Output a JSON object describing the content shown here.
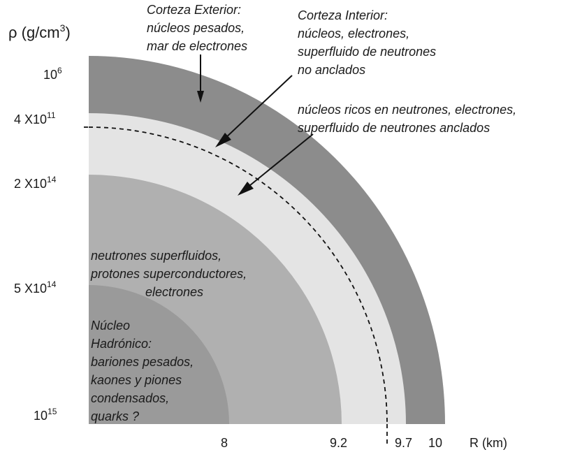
{
  "y_axis": {
    "label_prefix": "ρ (g/cm",
    "label_sup": "3",
    "label_suffix": ")",
    "ticks": [
      {
        "base": "10",
        "exp": "6"
      },
      {
        "base": "4 X10",
        "exp": "11"
      },
      {
        "base": "2 X10",
        "exp": "14"
      },
      {
        "base": "5 X10",
        "exp": "14"
      },
      {
        "base": "10",
        "exp": "15"
      }
    ]
  },
  "x_axis": {
    "label": "R (km)",
    "ticks": [
      "8",
      "9.2",
      "9.7",
      "10"
    ]
  },
  "annotations": {
    "outer_crust": [
      "Corteza Exterior:",
      "núcleos pesados,",
      "mar de electrones"
    ],
    "inner_crust": [
      "Corteza Interior:",
      "núcleos, electrones,",
      "superfluido de neutrones",
      "no anclados"
    ],
    "pinned": [
      "núcleos ricos en neutrones, electrones,",
      "superfluido de neutrones anclados"
    ],
    "outer_core": [
      "neutrones superfluidos,",
      "protones superconductores,",
      "electrones"
    ],
    "inner_core": [
      "Núcleo",
      "Hadrónico:",
      "bariones pesados,",
      "kaones y piones",
      "condensados,",
      " quarks ?"
    ]
  },
  "colors": {
    "outer_crust": "#8c8c8c",
    "inner_crust": "#e4e4e4",
    "outer_core": "#b0b0b0",
    "inner_core": "#9a9a9a",
    "text": "#1a1a1a"
  }
}
